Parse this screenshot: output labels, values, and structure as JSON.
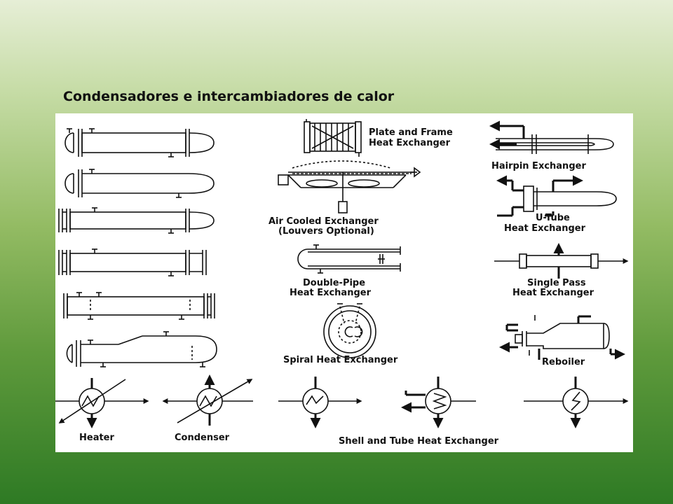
{
  "slide": {
    "title": "Condensadores e intercambiadores de calor"
  },
  "diagram": {
    "labels": {
      "plate_frame_1": "Plate and Frame",
      "plate_frame_2": "Heat Exchanger",
      "hairpin": "Hairpin Exchanger",
      "air_cooled_1": "Air Cooled Exchanger",
      "air_cooled_2": "(Louvers Optional)",
      "utube_1": "U-Tube",
      "utube_2": "Heat Exchanger",
      "double_pipe_1": "Double-Pipe",
      "double_pipe_2": "Heat Exchanger",
      "single_pass_1": "Single Pass",
      "single_pass_2": "Heat Exchanger",
      "spiral": "Spiral Heat Exchanger",
      "reboiler": "Reboiler",
      "heater": "Heater",
      "condenser": "Condenser",
      "shell_tube": "Shell and Tube Heat Exchanger"
    },
    "colors": {
      "stroke": "#111111",
      "panel": "#ffffff"
    }
  }
}
